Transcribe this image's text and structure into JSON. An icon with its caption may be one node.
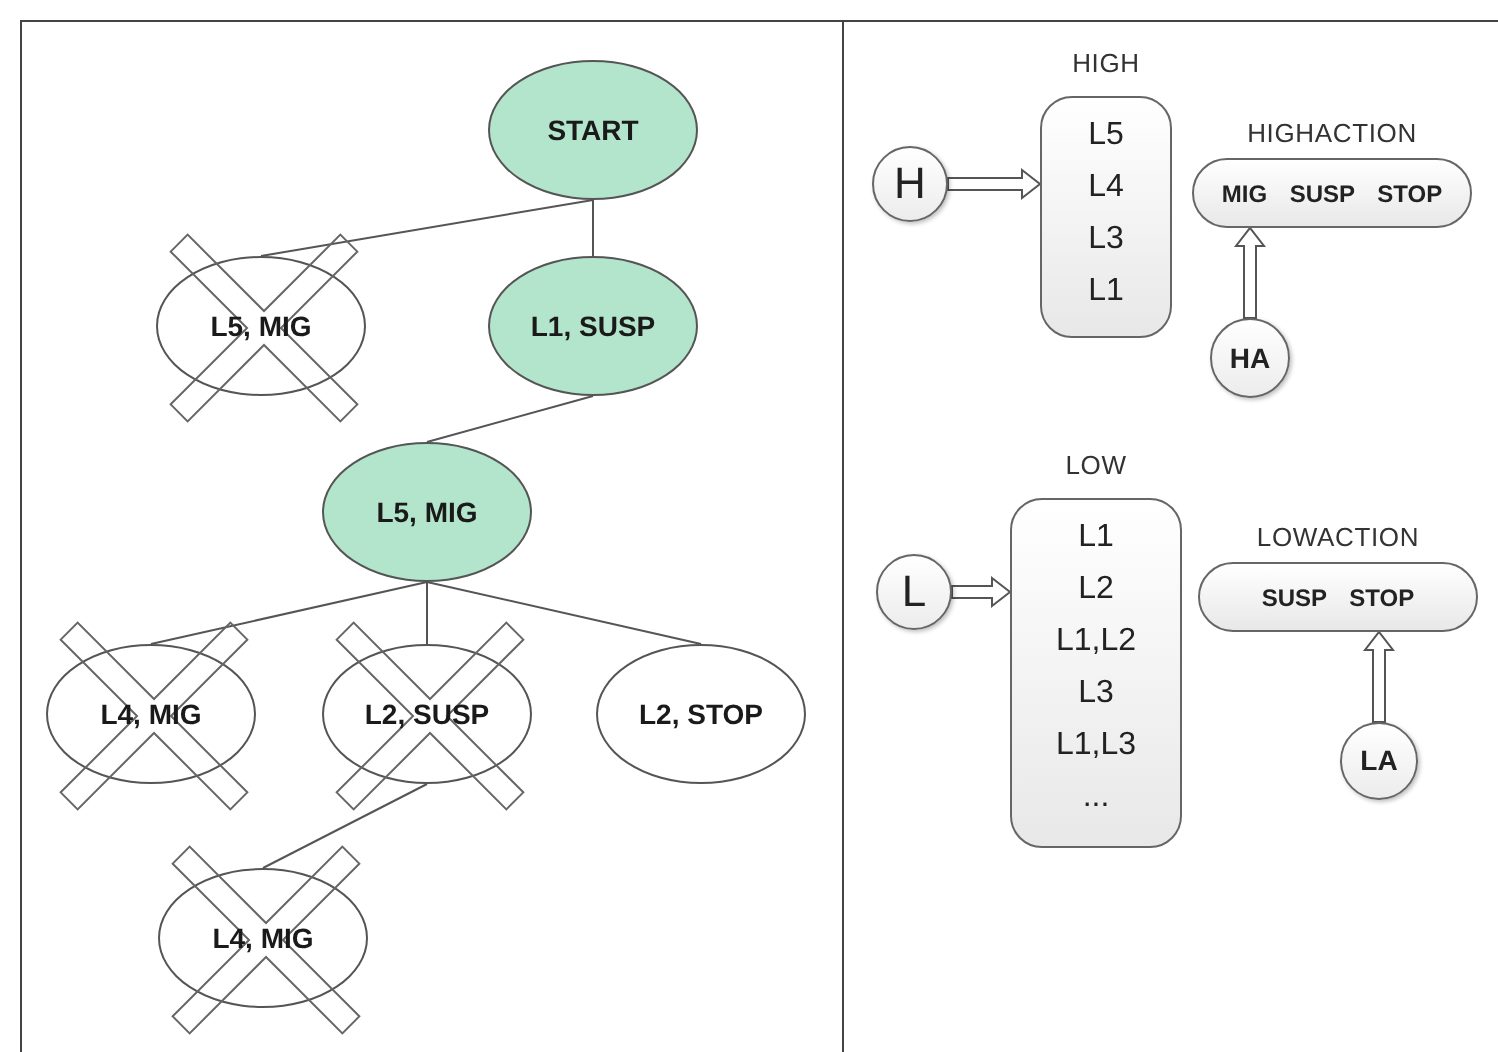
{
  "diagram": {
    "nodes": [
      {
        "text": [
          "START"
        ]
      },
      {
        "text": [
          "L5, MIG"
        ]
      },
      {
        "text": [
          "L1, SUSP"
        ]
      },
      {
        "text": [
          "L5, MIG"
        ]
      },
      {
        "text": [
          "L4, MIG"
        ]
      },
      {
        "text": [
          "L2, SUSP"
        ]
      },
      {
        "text": [
          "L2, STOP"
        ]
      },
      {
        "text": [
          "L4, MIG"
        ]
      },
      {
        "text": [
          "H"
        ]
      },
      {
        "text": [
          "HIGH",
          "L5",
          "L4",
          "L3",
          "L1"
        ]
      },
      {
        "text": [
          "HIGHACTION",
          "MIG SUSP STOP"
        ]
      },
      {
        "text": [
          "HA"
        ]
      },
      {
        "text": [
          "L"
        ]
      },
      {
        "text": [
          "LOW",
          "L1",
          "L2",
          "L1,L2",
          "L3",
          "L1,L3",
          "..."
        ]
      },
      {
        "text": [
          "LOWACTION",
          "SUSP STOP"
        ]
      },
      {
        "text": [
          "LA"
        ]
      }
    ],
    "edges": [
      {
        "from": 0,
        "to": 1,
        "arrow": "none"
      },
      {
        "from": 0,
        "to": 2,
        "arrow": "none"
      },
      {
        "from": 2,
        "to": 3,
        "arrow": "none"
      },
      {
        "from": 3,
        "to": 4,
        "arrow": "none"
      },
      {
        "from": 3,
        "to": 5,
        "arrow": "none"
      },
      {
        "from": 3,
        "to": 6,
        "arrow": "none"
      },
      {
        "from": 5,
        "to": 7,
        "arrow": "none"
      },
      {
        "from": 8,
        "to": 9,
        "arrow": "to",
        "style": "thick"
      },
      {
        "from": 11,
        "to": 10,
        "arrow": "to",
        "style": "thick"
      },
      {
        "from": 12,
        "to": 13,
        "arrow": "to",
        "style": "thick"
      },
      {
        "from": 15,
        "to": 14,
        "arrow": "to",
        "style": "thick"
      }
    ]
  }
}
